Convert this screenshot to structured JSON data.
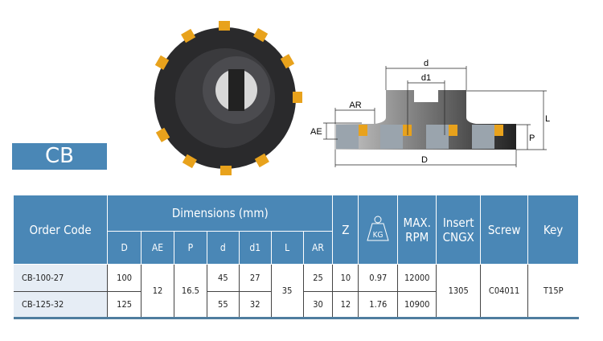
{
  "series_label": "CB",
  "diagram": {
    "labels": {
      "d": "d",
      "d1": "d1",
      "AR": "AR",
      "AE": "AE",
      "L": "L",
      "P": "P",
      "D": "D"
    }
  },
  "table": {
    "headers": {
      "order_code": "Order Code",
      "dimensions": "Dimensions (mm)",
      "z": "Z",
      "weight": "KG",
      "max_rpm": "MAX. RPM",
      "insert": "Insert CNGX",
      "screw": "Screw",
      "key": "Key"
    },
    "sub_headers": [
      "D",
      "AE",
      "P",
      "d",
      "d1",
      "L",
      "AR"
    ],
    "rows": [
      {
        "code": "CB-100-27",
        "D": "100",
        "d": "45",
        "d1": "27",
        "AR": "25",
        "Z": "10",
        "kg": "0.97",
        "rpm": "12000"
      },
      {
        "code": "CB-125-32",
        "D": "125",
        "d": "55",
        "d1": "32",
        "AR": "30",
        "Z": "12",
        "kg": "1.76",
        "rpm": "10900"
      }
    ],
    "shared": {
      "AE": "12",
      "P": "16.5",
      "L": "35",
      "insert": "1305",
      "screw": "C04011",
      "key": "T15P"
    }
  },
  "colors": {
    "header": "#4a87b6",
    "code_bg": "#e6edf5",
    "insert": "#e8a21c"
  }
}
